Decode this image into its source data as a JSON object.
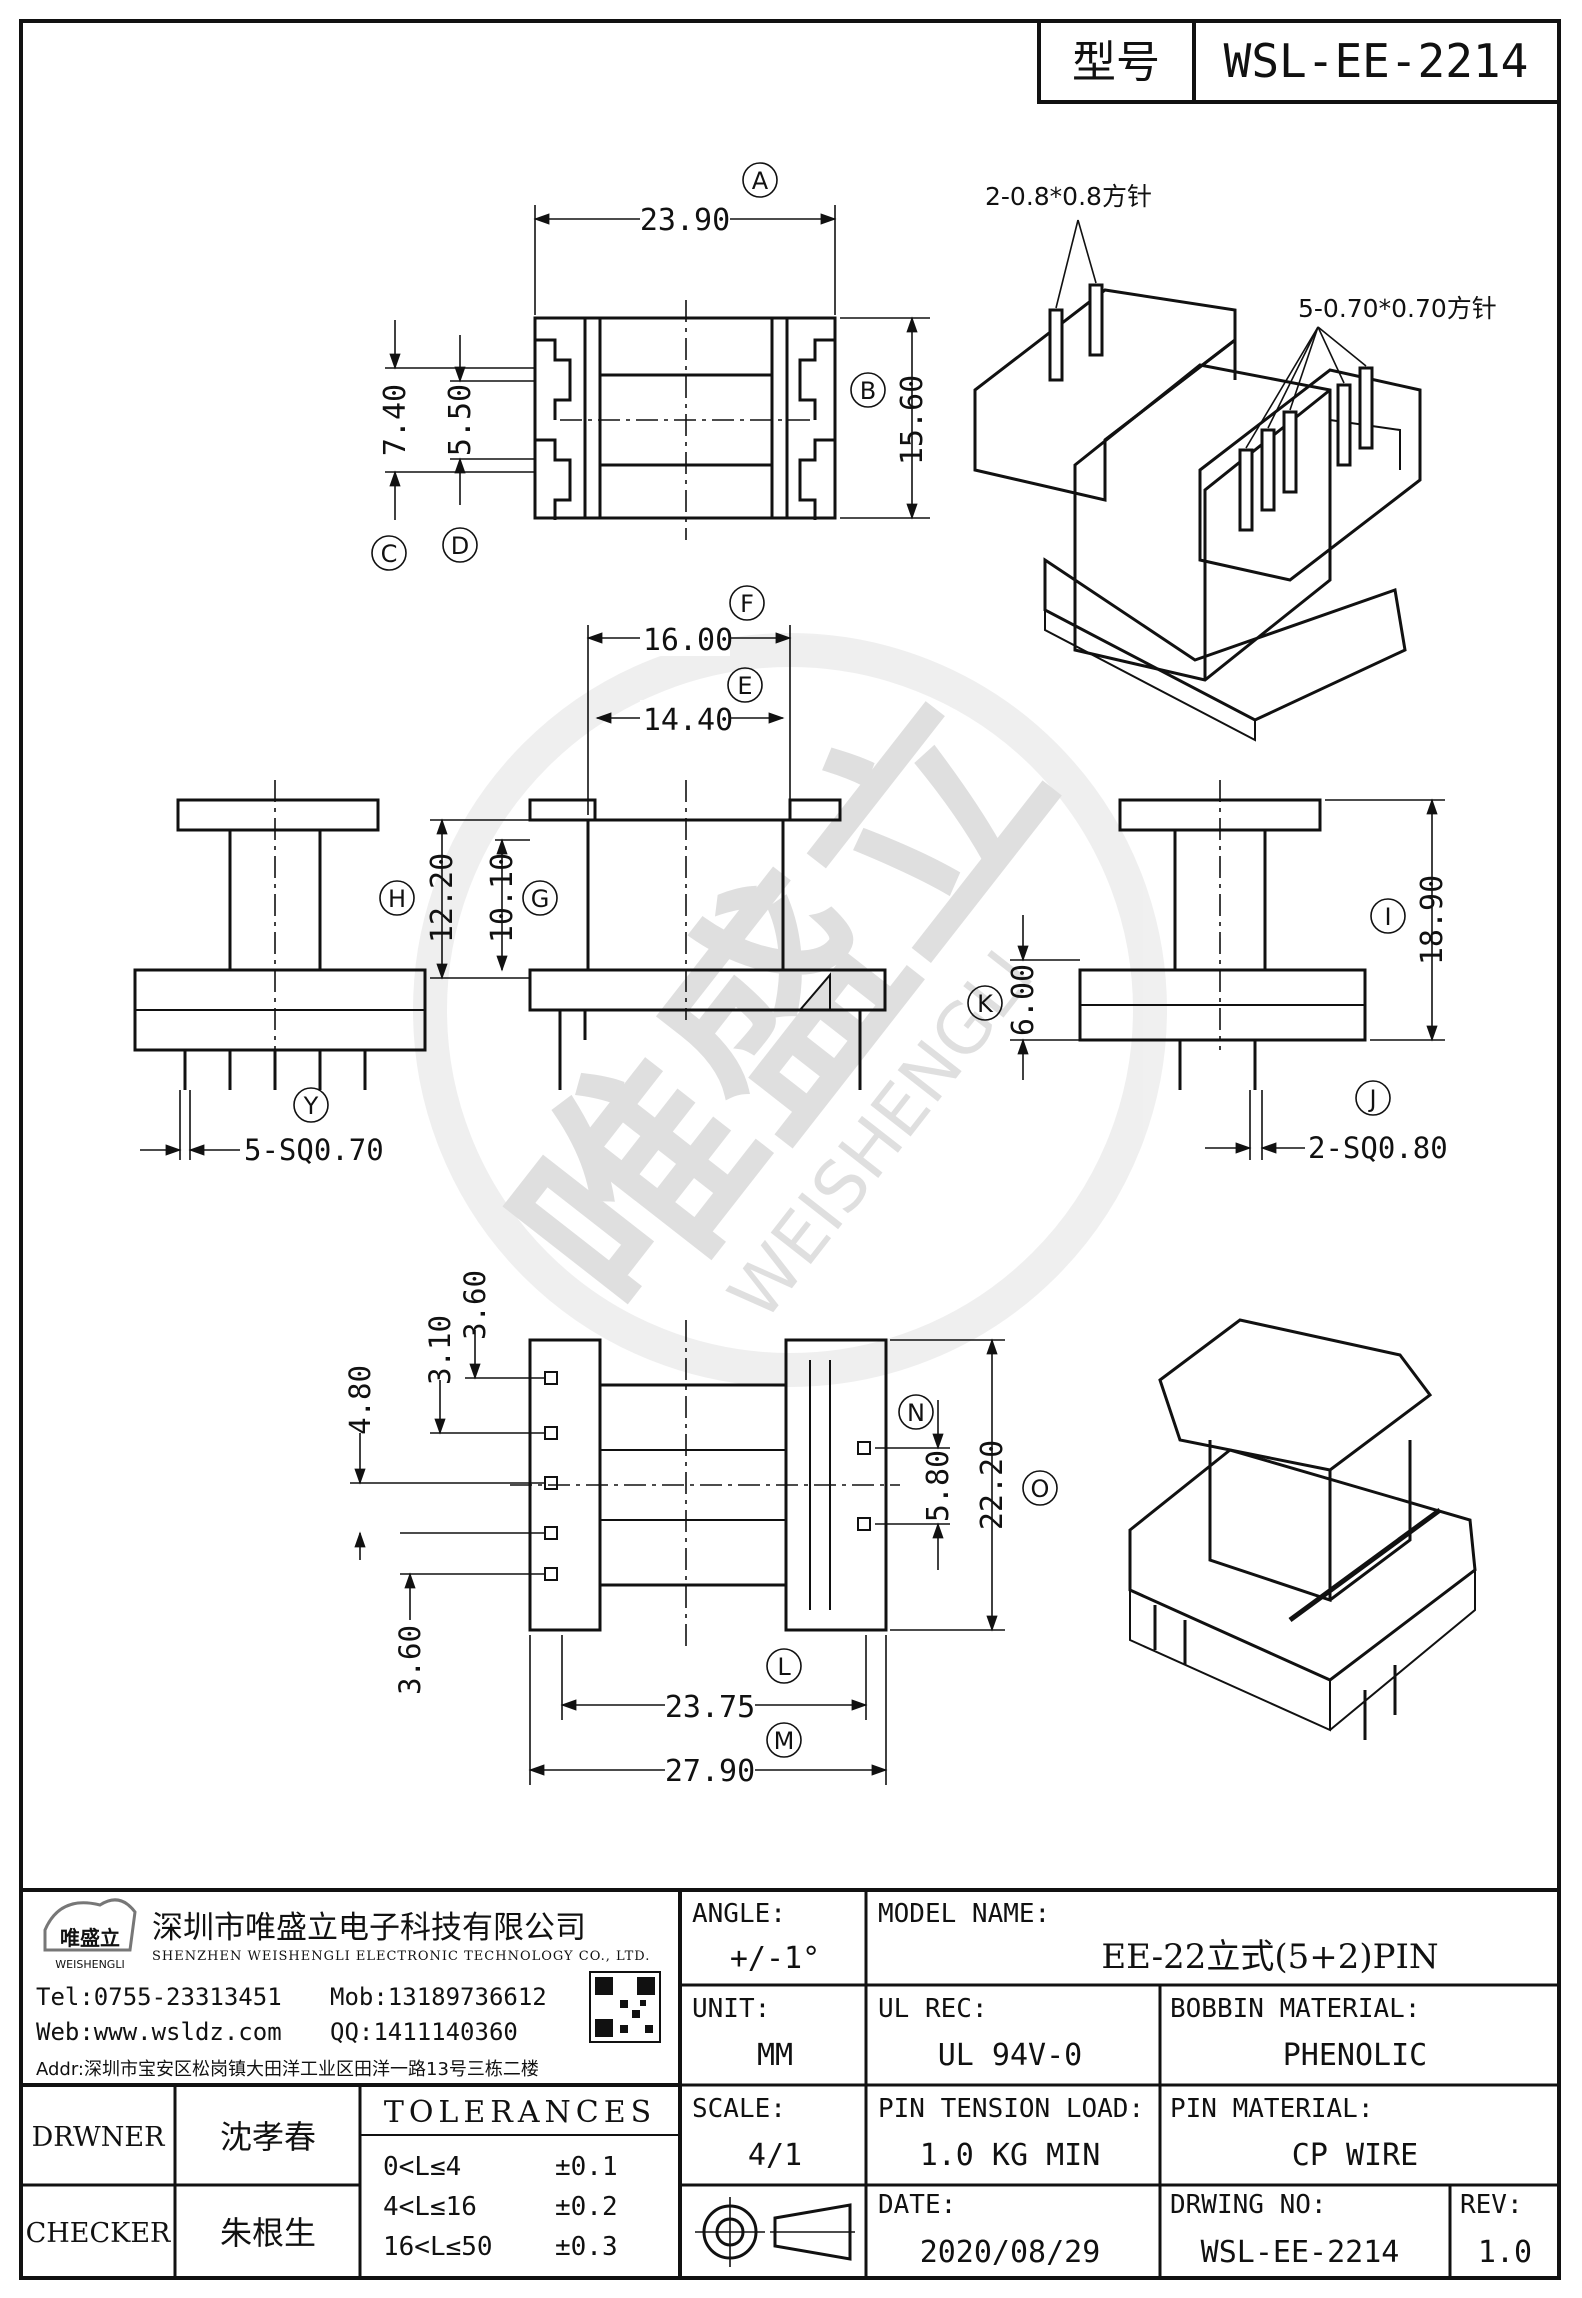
{
  "header": {
    "model_label": "型号",
    "model_value": "WSL-EE-2214"
  },
  "dims": {
    "A": "A",
    "B": "B",
    "C": "C",
    "D": "D",
    "E": "E",
    "F": "F",
    "G": "G",
    "H": "H",
    "I": "I",
    "J": "J",
    "K": "K",
    "L": "L",
    "M": "M",
    "N": "N",
    "O": "O",
    "Y": "Y",
    "a_val": "23.90",
    "b_val": "15.60",
    "c_val": "7.40",
    "d_val": "5.50",
    "f_val": "16.00",
    "e_val": "14.40",
    "h_val": "12.20",
    "g_val": "10.10",
    "i_val": "18.90",
    "k_val": "6.00",
    "y_val": "5-SQ0.70",
    "j_val": "2-SQ0.80",
    "n_val": "5.80",
    "o_val": "22.20",
    "l_val": "23.75",
    "m_val": "27.90",
    "p310": "3.10",
    "p360a": "3.60",
    "p480": "4.80",
    "p360b": "3.60"
  },
  "callouts": {
    "pins_small": "2-0.8*0.8方针",
    "pins_large": "5-0.70*0.70方针"
  },
  "watermark": {
    "cn": "唯盛立",
    "en": "WEISHENGLI"
  },
  "company": {
    "logo_text": "唯盛立",
    "logo_sub": "WEISHENGLI",
    "name_cn": "深圳市唯盛立电子科技有限公司",
    "name_en": "SHENZHEN WEISHENGLI ELECTRONIC TECHNOLOGY CO., LTD.",
    "tel": "Tel:0755-23313451",
    "mob": "Mob:13189736612",
    "web": "Web:www.wsldz.com",
    "qq": "QQ:1411140360",
    "addr": "Addr:深圳市宝安区松岗镇大田洋工业区田洋一路13号三栋二楼"
  },
  "title_block": {
    "angle_label": "ANGLE:",
    "angle_value": "+/-1°",
    "model_name_label": "MODEL NAME:",
    "model_name_value": "EE-22立式(5+2)PIN",
    "unit_label": "UNIT:",
    "unit_value": "MM",
    "ul_label": "UL REC:",
    "ul_value": "UL 94V-0",
    "bobbin_label": "BOBBIN MATERIAL:",
    "bobbin_value": "PHENOLIC",
    "scale_label": "SCALE:",
    "scale_value": "4/1",
    "tension_label": "PIN TENSION LOAD:",
    "tension_value": "1.0 KG MIN",
    "pin_mat_label": "PIN MATERIAL:",
    "pin_mat_value": "CP WIRE",
    "date_label": "DATE:",
    "date_value": "2020/08/29",
    "drw_no_label": "DRWING NO:",
    "drw_no_value": "WSL-EE-2214",
    "rev_label": "REV:",
    "rev_value": "1.0",
    "drawer_label": "DRWNER",
    "drawer_value": "沈孝春",
    "checker_label": "CHECKER",
    "checker_value": "朱根生",
    "tol_title": "TOLERANCES",
    "tol_rows": [
      {
        "range": "0<L≤4",
        "tol": "±0.1"
      },
      {
        "range": "4<L≤16",
        "tol": "±0.2"
      },
      {
        "range": "16<L≤50",
        "tol": "±0.3"
      }
    ]
  }
}
